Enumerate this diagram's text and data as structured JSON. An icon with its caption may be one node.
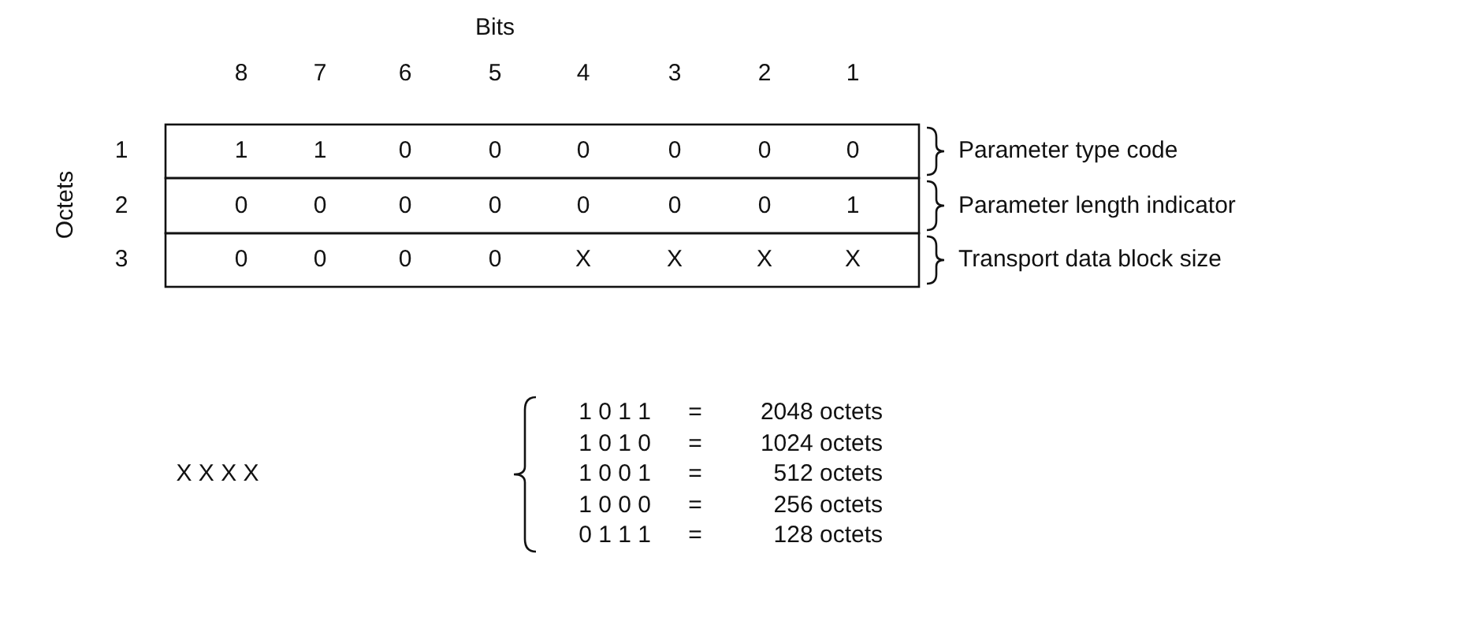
{
  "diagram": {
    "labels": [
      "Bits",
      "8",
      "7",
      "6",
      "5",
      "4",
      "3",
      "2",
      "1",
      "Octets",
      "1",
      "1",
      "1",
      "0",
      "0",
      "0",
      "0",
      "0",
      "0",
      "Parameter type code",
      "2",
      "0",
      "0",
      "0",
      "0",
      "0",
      "0",
      "0",
      "1",
      "Parameter length indicator",
      "3",
      "0",
      "0",
      "0",
      "0",
      "X",
      "X",
      "X",
      "X",
      "Transport data block size",
      "X X X X",
      "1 0 1 1",
      "=",
      "2048 octets",
      "1 0 1 0",
      "=",
      "1024 octets",
      "1 0 0 1",
      "=",
      "512 octets",
      "1 0 0 0",
      "=",
      "256 octets",
      "0 1 1 1",
      "=",
      "128 octets"
    ]
  }
}
